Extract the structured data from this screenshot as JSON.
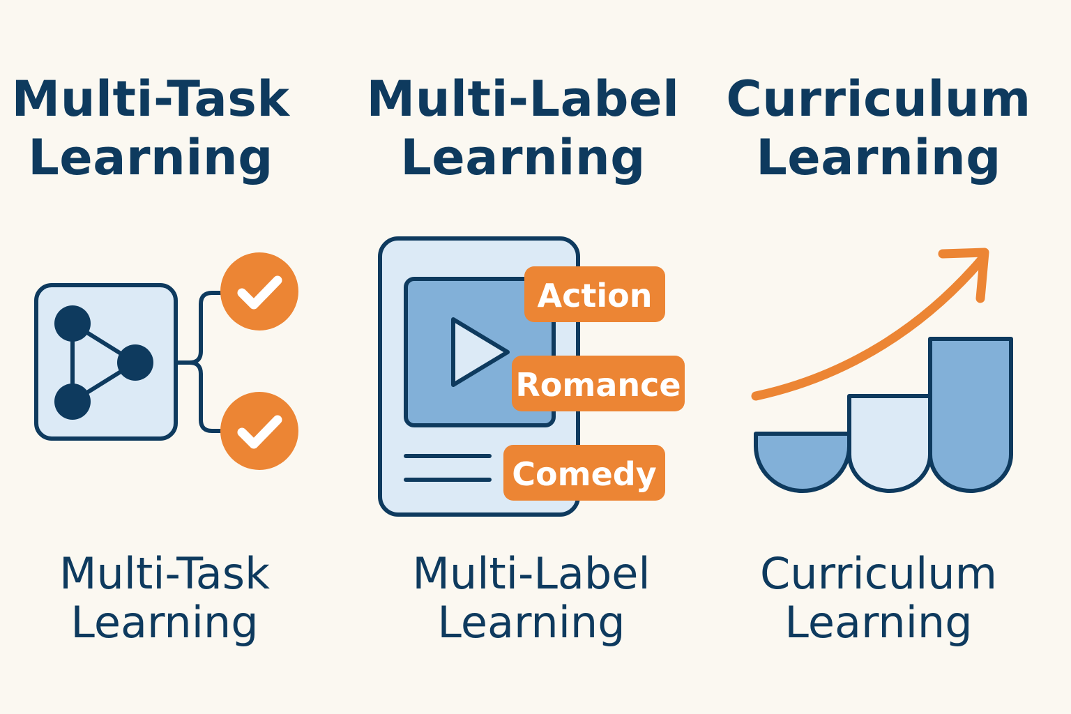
{
  "colors": {
    "background": "#fbf8f1",
    "navy": "#0e3a5e",
    "orange": "#ec8534",
    "light_blue": "#dceaf6",
    "mid_blue": "#82b0d8"
  },
  "panels": [
    {
      "title_line1": "Multi-Task",
      "title_line2": "Learning",
      "caption_line1": "Multi-Task",
      "caption_line2": "Learning",
      "icon": "network-graph-icon",
      "outputs": [
        "check-icon",
        "check-icon"
      ]
    },
    {
      "title_line1": "Multi-Label",
      "title_line2": "Learning",
      "caption_line1": "Multi-Label",
      "caption_line2": "Learning",
      "icon": "video-card-icon",
      "tags": [
        "Action",
        "Romance",
        "Comedy"
      ]
    },
    {
      "title_line1": "Curriculum",
      "title_line2": "Learning",
      "caption_line1": "Curriculum",
      "caption_line2": "Learning",
      "icon": "rising-steps-icon",
      "arrow": "arrow-up-right-icon"
    }
  ]
}
